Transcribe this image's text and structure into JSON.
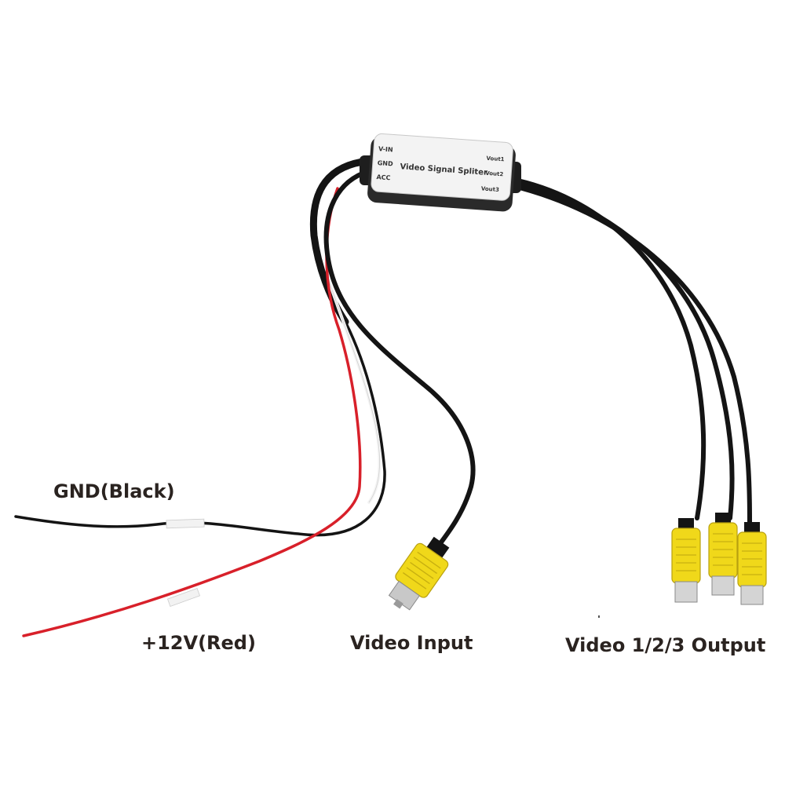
{
  "labels": {
    "gnd": "GND(Black)",
    "plus12v": "+12V(Red)",
    "video_input": "Video Input",
    "video_output": "Video 1/2/3 Output"
  },
  "device": {
    "title": "Video Signal Spliter",
    "left_ports": [
      "V-IN",
      "GND",
      "ACC"
    ],
    "right_ports": [
      "Vout1",
      "Vout2",
      "Vout3"
    ]
  },
  "colors": {
    "background": "#ffffff",
    "label_text": "#2a2320",
    "cable_black": "#141414",
    "wire_red": "#d8202a",
    "wire_white": "#f4f4f4",
    "rca_yellow": "#f0d81a",
    "rca_metal": "#c8c8c8",
    "device_body": "#f3f3f3"
  }
}
